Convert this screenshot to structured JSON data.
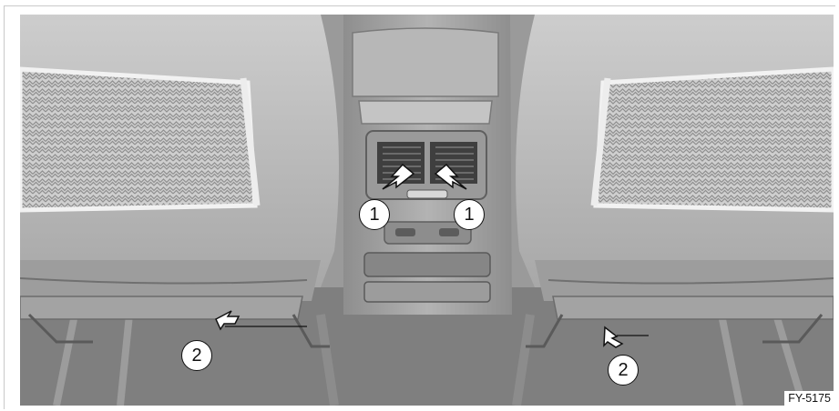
{
  "figure": {
    "code": "FY-5175",
    "callouts": {
      "one": "1",
      "two": "2"
    },
    "colors": {
      "floor": "#7d7d7d",
      "seat": "#b9b9b9",
      "seat_dark": "#8f8f8f",
      "console": "#a9a9a9",
      "mesh": "#c8c8c8",
      "arrow": "#ffffff"
    }
  }
}
